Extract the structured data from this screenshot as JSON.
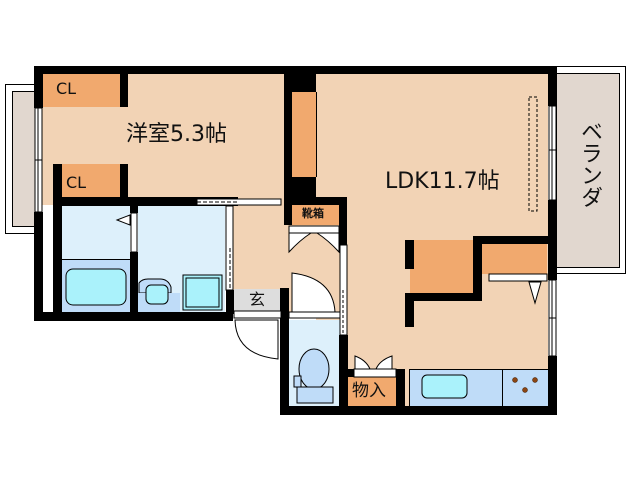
{
  "floorplan": {
    "rooms": {
      "western_room": {
        "label": "洋室5.3帖",
        "name": "Western-style room",
        "size_jo": 5.3
      },
      "ldk": {
        "label": "LDK11.7帖",
        "name": "Living Dining Kitchen",
        "size_jo": 11.7
      },
      "veranda": {
        "label": "ベランダ",
        "name": "Veranda"
      },
      "entrance": {
        "label": "玄",
        "name": "Entrance (genkan)"
      },
      "storage": {
        "label": "物入",
        "name": "Storage closet"
      },
      "shoe_box": {
        "label": "靴箱",
        "name": "Shoe cabinet"
      },
      "closet_top": {
        "label": "CL",
        "name": "Closet"
      },
      "closet_bottom": {
        "label": "CL",
        "name": "Closet"
      }
    },
    "fixtures": [
      "bathtub",
      "washbasin",
      "washing-machine-pan",
      "toilet",
      "kitchen-sink",
      "stove"
    ],
    "colors": {
      "floor_wood": "#f2d3b5",
      "closet": "#f1a96e",
      "wet_area": "#ddf0fb",
      "wet_fixture_bg": "#bfdcf8",
      "fixture": "#aaf2fb",
      "veranda": "#e1d7cf",
      "entrance": "#dddddd",
      "wall": "#000000",
      "burner": "#8b4513"
    }
  }
}
